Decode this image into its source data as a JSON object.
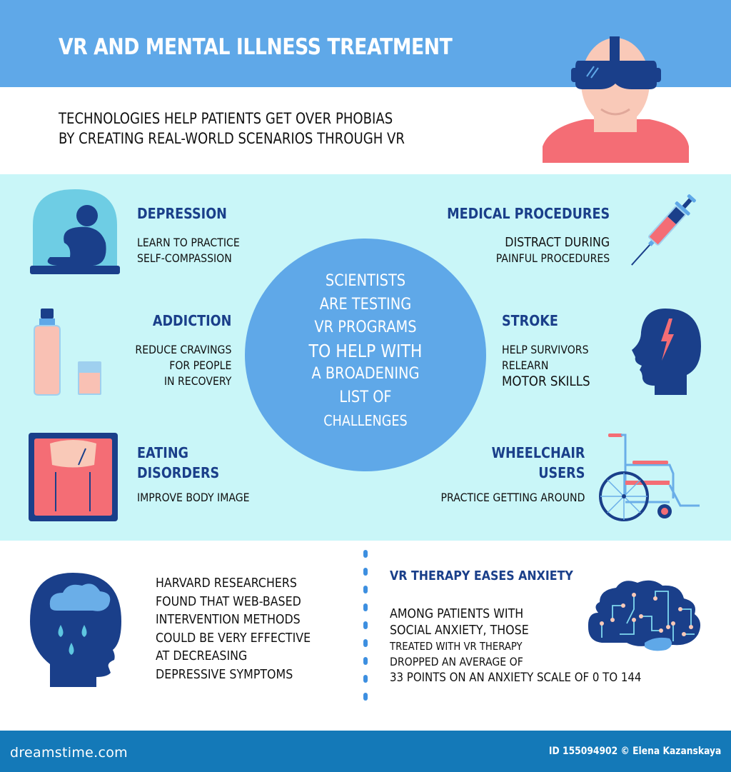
{
  "header": {
    "title": "VR AND MENTAL ILLNESS TREATMENT",
    "background_color": "#5fa8e8"
  },
  "intro": {
    "line1": "TECHNOLOGIES HELP PATIENTS GET OVER PHOBIAS",
    "line2": "BY CREATING REAL-WORLD SCENARIOS THROUGH VR"
  },
  "center_circle": {
    "lines": [
      "SCIENTISTS",
      "ARE TESTING",
      "VR PROGRAMS",
      "TO HELP WITH",
      "A BROADENING",
      "LIST OF",
      "CHALLENGES"
    ]
  },
  "categories": {
    "depression": {
      "title": "DEPRESSION",
      "desc1": "LEARN TO PRACTICE",
      "desc2": "SELF-COMPASSION",
      "icon": "person-in-bell-jar-icon"
    },
    "addiction": {
      "title": "ADDICTION",
      "desc1": "REDUCE CRAVINGS",
      "desc2": "FOR PEOPLE",
      "desc3": "IN RECOVERY",
      "icon": "bottle-and-glass-icon"
    },
    "eating": {
      "title1": "EATING",
      "title2": "DISORDERS",
      "desc1": "IMPROVE BODY IMAGE",
      "icon": "scale-icon"
    },
    "medical": {
      "title": "MEDICAL PROCEDURES",
      "desc1": "DISTRACT DURING",
      "desc2": "PAINFUL PROCEDURES",
      "icon": "syringe-icon"
    },
    "stroke": {
      "title": "STROKE",
      "desc1": "HELP SURVIVORS",
      "desc2": "RELEARN",
      "desc3": "MOTOR SKILLS",
      "icon": "head-lightning-icon"
    },
    "wheelchair": {
      "title1": "WHEELCHAIR",
      "title2": "USERS",
      "desc1": "PRACTICE GETTING AROUND",
      "icon": "wheelchair-icon"
    }
  },
  "bottom": {
    "harvard": {
      "lines": [
        "HARVARD RESEARCHERS",
        "FOUND THAT WEB-BASED",
        "INTERVENTION METHODS",
        "COULD BE VERY EFFECTIVE",
        "AT DECREASING",
        "DEPRESSIVE SYMPTOMS"
      ],
      "icon": "head-raincloud-icon"
    },
    "vr_therapy": {
      "title": "VR THERAPY EASES ANXIETY",
      "lines": [
        "AMONG PATIENTS WITH",
        "SOCIAL ANXIETY, THOSE",
        "TREATED WITH VR THERAPY",
        "DROPPED AN AVERAGE OF",
        "33 POINTS ON AN ANXIETY SCALE OF 0 TO 144"
      ],
      "icon": "circuit-brain-icon"
    }
  },
  "footer": {
    "logo": "dreamstime.com",
    "credit": "ID 155094902 © Elena Kazanskaya"
  },
  "colors": {
    "navy": "#1a3f8a",
    "sky_blue": "#5fa8e8",
    "light_cyan": "#c9f6f8",
    "coral": "#f46d75",
    "skin": "#f9c9b8",
    "footer_blue": "#1479b8"
  }
}
